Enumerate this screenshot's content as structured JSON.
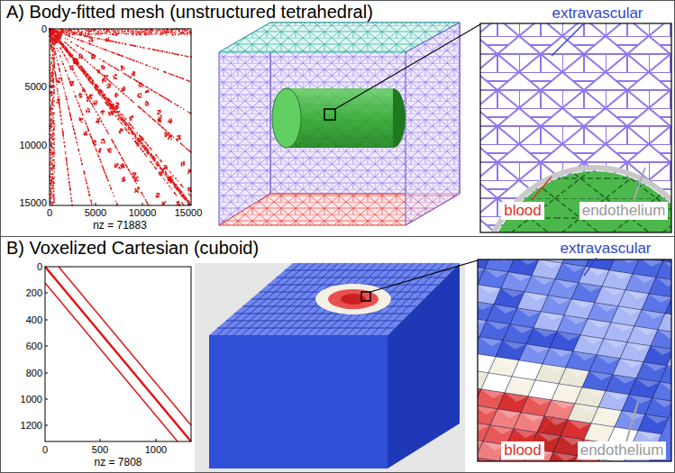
{
  "diagram": {
    "nodes": [
      {
        "text": [
          "A) Body-fitted mesh (unstructured tetrahedral)"
        ]
      },
      {
        "text": [
          "B) Voxelized Cartesian (cuboid)"
        ]
      }
    ],
    "labels": [
      "0",
      "5000",
      "10000",
      "15000",
      "0",
      "5000",
      "10000",
      "15000",
      "nz = 71883",
      "extravascular",
      "blood",
      "endothelium",
      "0",
      "200",
      "400",
      "600",
      "800",
      "1000",
      "1200",
      "0",
      "500",
      "1000",
      "nz = 7808",
      "extravascular",
      "blood",
      "endothelium"
    ]
  }
}
